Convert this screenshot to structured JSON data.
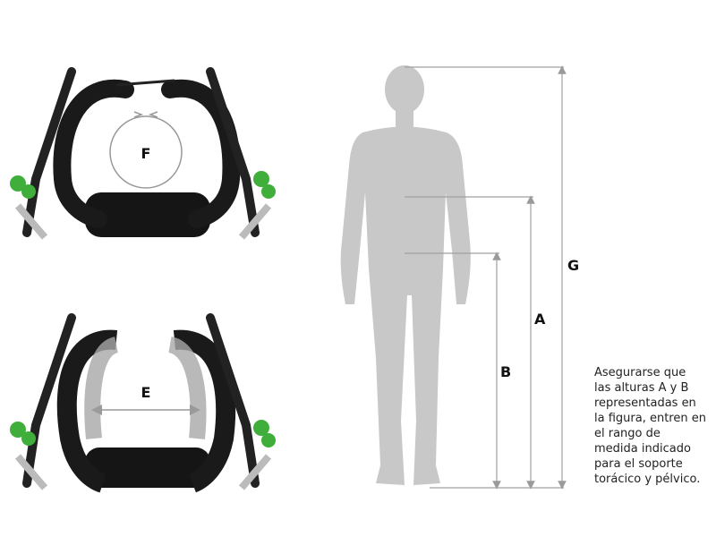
{
  "labels": {
    "f": "F",
    "e": "E",
    "g": "G",
    "a": "A",
    "b": "B"
  },
  "note_lines": [
    "Asegurarse que",
    "las alturas A y B",
    "representadas en",
    "la figura, entren en",
    "el rango de",
    "medida indicado",
    "para el soporte",
    "torácico y pélvico."
  ],
  "colors": {
    "silhouette": "#c8c8c8",
    "dimension_line": "#a0a0a0",
    "accent_green": "#3fae3a",
    "frame_black": "#1a1a1a"
  }
}
